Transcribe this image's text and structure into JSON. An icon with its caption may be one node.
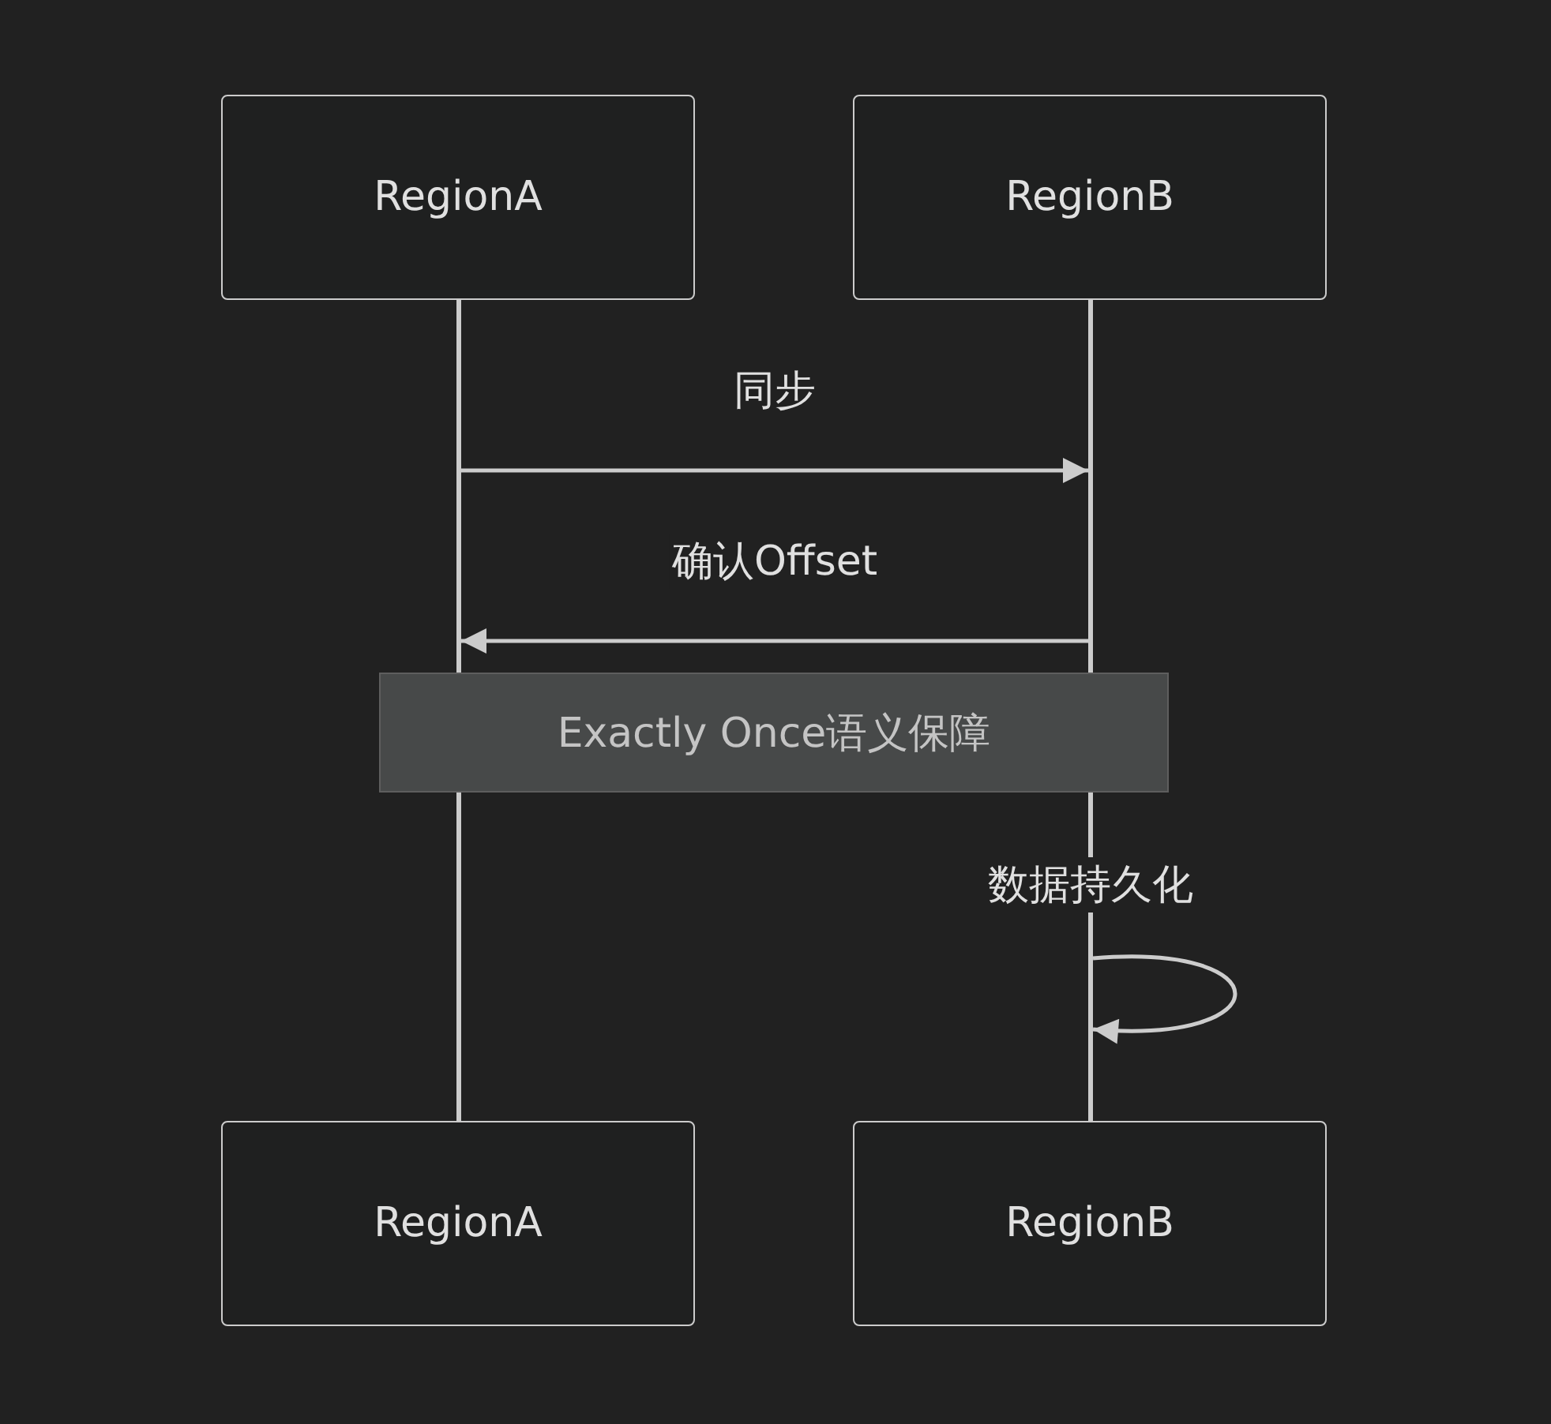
{
  "diagram": {
    "nodes": [
      {
        "text": [
          "RegionA"
        ]
      },
      {
        "text": [
          "RegionB"
        ]
      },
      {
        "text": [],
        "shape": "bar"
      },
      {
        "text": [],
        "shape": "bar"
      },
      {
        "text": [
          "Exactly Once语义保障"
        ]
      },
      {
        "text": [
          "RegionA"
        ]
      },
      {
        "text": [
          "RegionB"
        ]
      }
    ],
    "edges": [
      {
        "from": 2,
        "to": 3,
        "arrow": "to",
        "label": "同步"
      },
      {
        "from": 3,
        "to": 2,
        "arrow": "to",
        "label": "确认Offset"
      },
      {
        "from": 3,
        "to": 3,
        "arrow": "to",
        "label": "数据持久化"
      }
    ]
  }
}
